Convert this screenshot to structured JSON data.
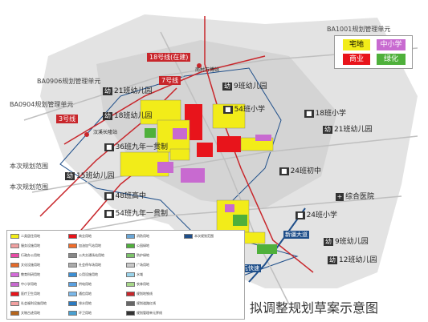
{
  "caption": "拟调整规划草案示意图",
  "units": {
    "ba1001": "BA1001规划管理单元",
    "ba0906": "BA0906规划管理单元",
    "ba0904": "BA0904规划管理单元",
    "scope1": "本次规划范围",
    "scope2": "本次规划范围"
  },
  "legend_top": {
    "residential": "宅地",
    "school": "中小学",
    "commercial": "商业",
    "green": "绿化",
    "colors": {
      "residential": "#f2ec19",
      "school": "#c86ad0",
      "commercial": "#e8141b",
      "green": "#4fb03b"
    }
  },
  "roads": {
    "line18": "18号线(在建)",
    "line7": "7号线",
    "line3": "3号线",
    "highway1": "新疆大道",
    "highway2": "新元快速"
  },
  "stations": {
    "s1": "南村万博站",
    "s2": "汉溪长隆站"
  },
  "badge_you": "幼",
  "facilities": {
    "f1": "21班幼儿园",
    "f2": "9班幼儿园",
    "f3": "54班小学",
    "f4": "18班幼儿园",
    "f5": "18班小学",
    "f6": "21班幼儿园",
    "f7": "36班九年一贯制",
    "f8": "15班幼儿园",
    "f9": "24班初中",
    "f10": "48班高中",
    "f11": "综合医院",
    "f12": "54班九年一贯制",
    "f13": "24班小学",
    "f14": "9班幼儿园",
    "f15": "12班幼儿园"
  },
  "legend_bottom": [
    {
      "label": "二类居住用地",
      "color": "#f2ec19"
    },
    {
      "label": "服务设施用地",
      "color": "#f0a0a0"
    },
    {
      "label": "行政办公用地",
      "color": "#e94ba6"
    },
    {
      "label": "文化设施用地",
      "color": "#e46a2a"
    },
    {
      "label": "教育科研用地",
      "color": "#d46bd9"
    },
    {
      "label": "中小学用地",
      "color": "#c86ad0"
    },
    {
      "label": "医疗卫生用地",
      "color": "#e8141b"
    },
    {
      "label": "社会福利设施用地",
      "color": "#f2a1a1"
    },
    {
      "label": "文物古迹用地",
      "color": "#b5651d"
    },
    {
      "label": "商业用地",
      "color": "#e8141b"
    },
    {
      "label": "加油加气站用地",
      "color": "#f06c2a"
    },
    {
      "label": "公共交通场站用地",
      "color": "#888888"
    },
    {
      "label": "社会停车场用地",
      "color": "#aaaaaa"
    },
    {
      "label": "公用设施用地",
      "color": "#3c8fd4"
    },
    {
      "label": "供电用地",
      "color": "#5aa0e0"
    },
    {
      "label": "通信用地",
      "color": "#7ab8ea"
    },
    {
      "label": "排水用地",
      "color": "#2a7ac0"
    },
    {
      "label": "环卫用地",
      "color": "#4aa0d0"
    },
    {
      "label": "消防用地",
      "color": "#6aa6d6"
    },
    {
      "label": "公园绿地",
      "color": "#4fb03b"
    },
    {
      "label": "防护绿地",
      "color": "#7cc36a"
    },
    {
      "label": "广场用地",
      "color": "#c8c8c8"
    },
    {
      "label": "水域",
      "color": "#9ad3ea"
    },
    {
      "label": "农林用地",
      "color": "#a7d78a"
    },
    {
      "label": "规划地铁线",
      "color": "#c8262b"
    },
    {
      "label": "规划道路红线",
      "color": "#666666"
    },
    {
      "label": "规划管理单元界线",
      "color": "#333333"
    },
    {
      "label": "本次规划范围",
      "color": "#1f4f8a"
    }
  ]
}
